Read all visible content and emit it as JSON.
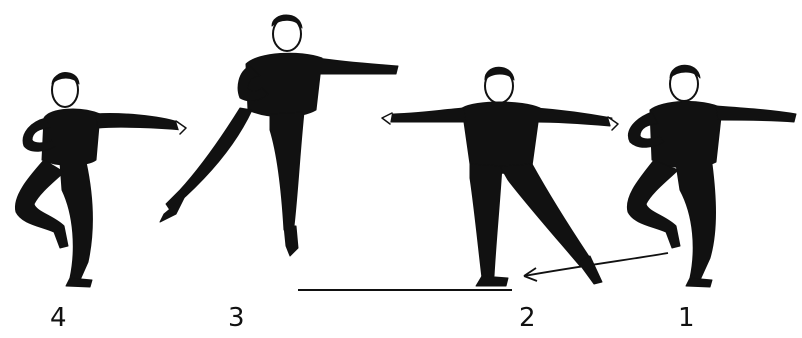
{
  "steps": [
    {
      "label": "4",
      "pose": "coupe-passe"
    },
    {
      "label": "3",
      "pose": "jump-leg-extended-back"
    },
    {
      "label": "2",
      "pose": "tendu-second-arms-open"
    },
    {
      "label": "1",
      "pose": "coupe-passe"
    }
  ],
  "colors": {
    "figure": "#111111",
    "background": "#ffffff"
  }
}
